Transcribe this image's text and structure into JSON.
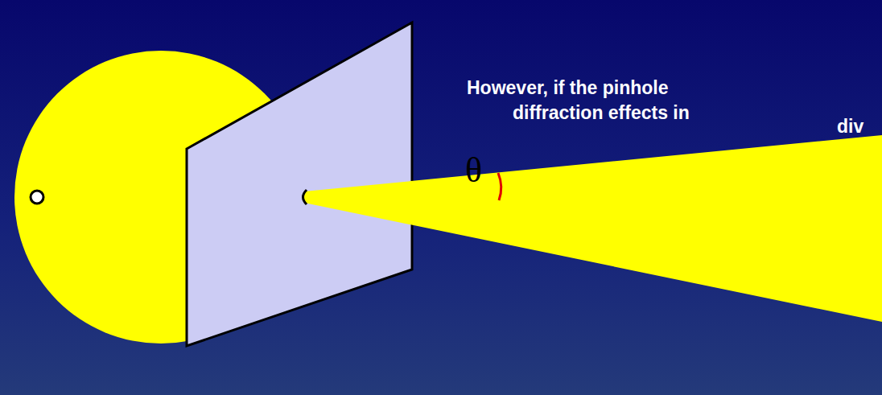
{
  "diagram": {
    "labels": [
      "However, if the pinhole",
      "diffraction effects in",
      "div",
      "θ"
    ]
  }
}
